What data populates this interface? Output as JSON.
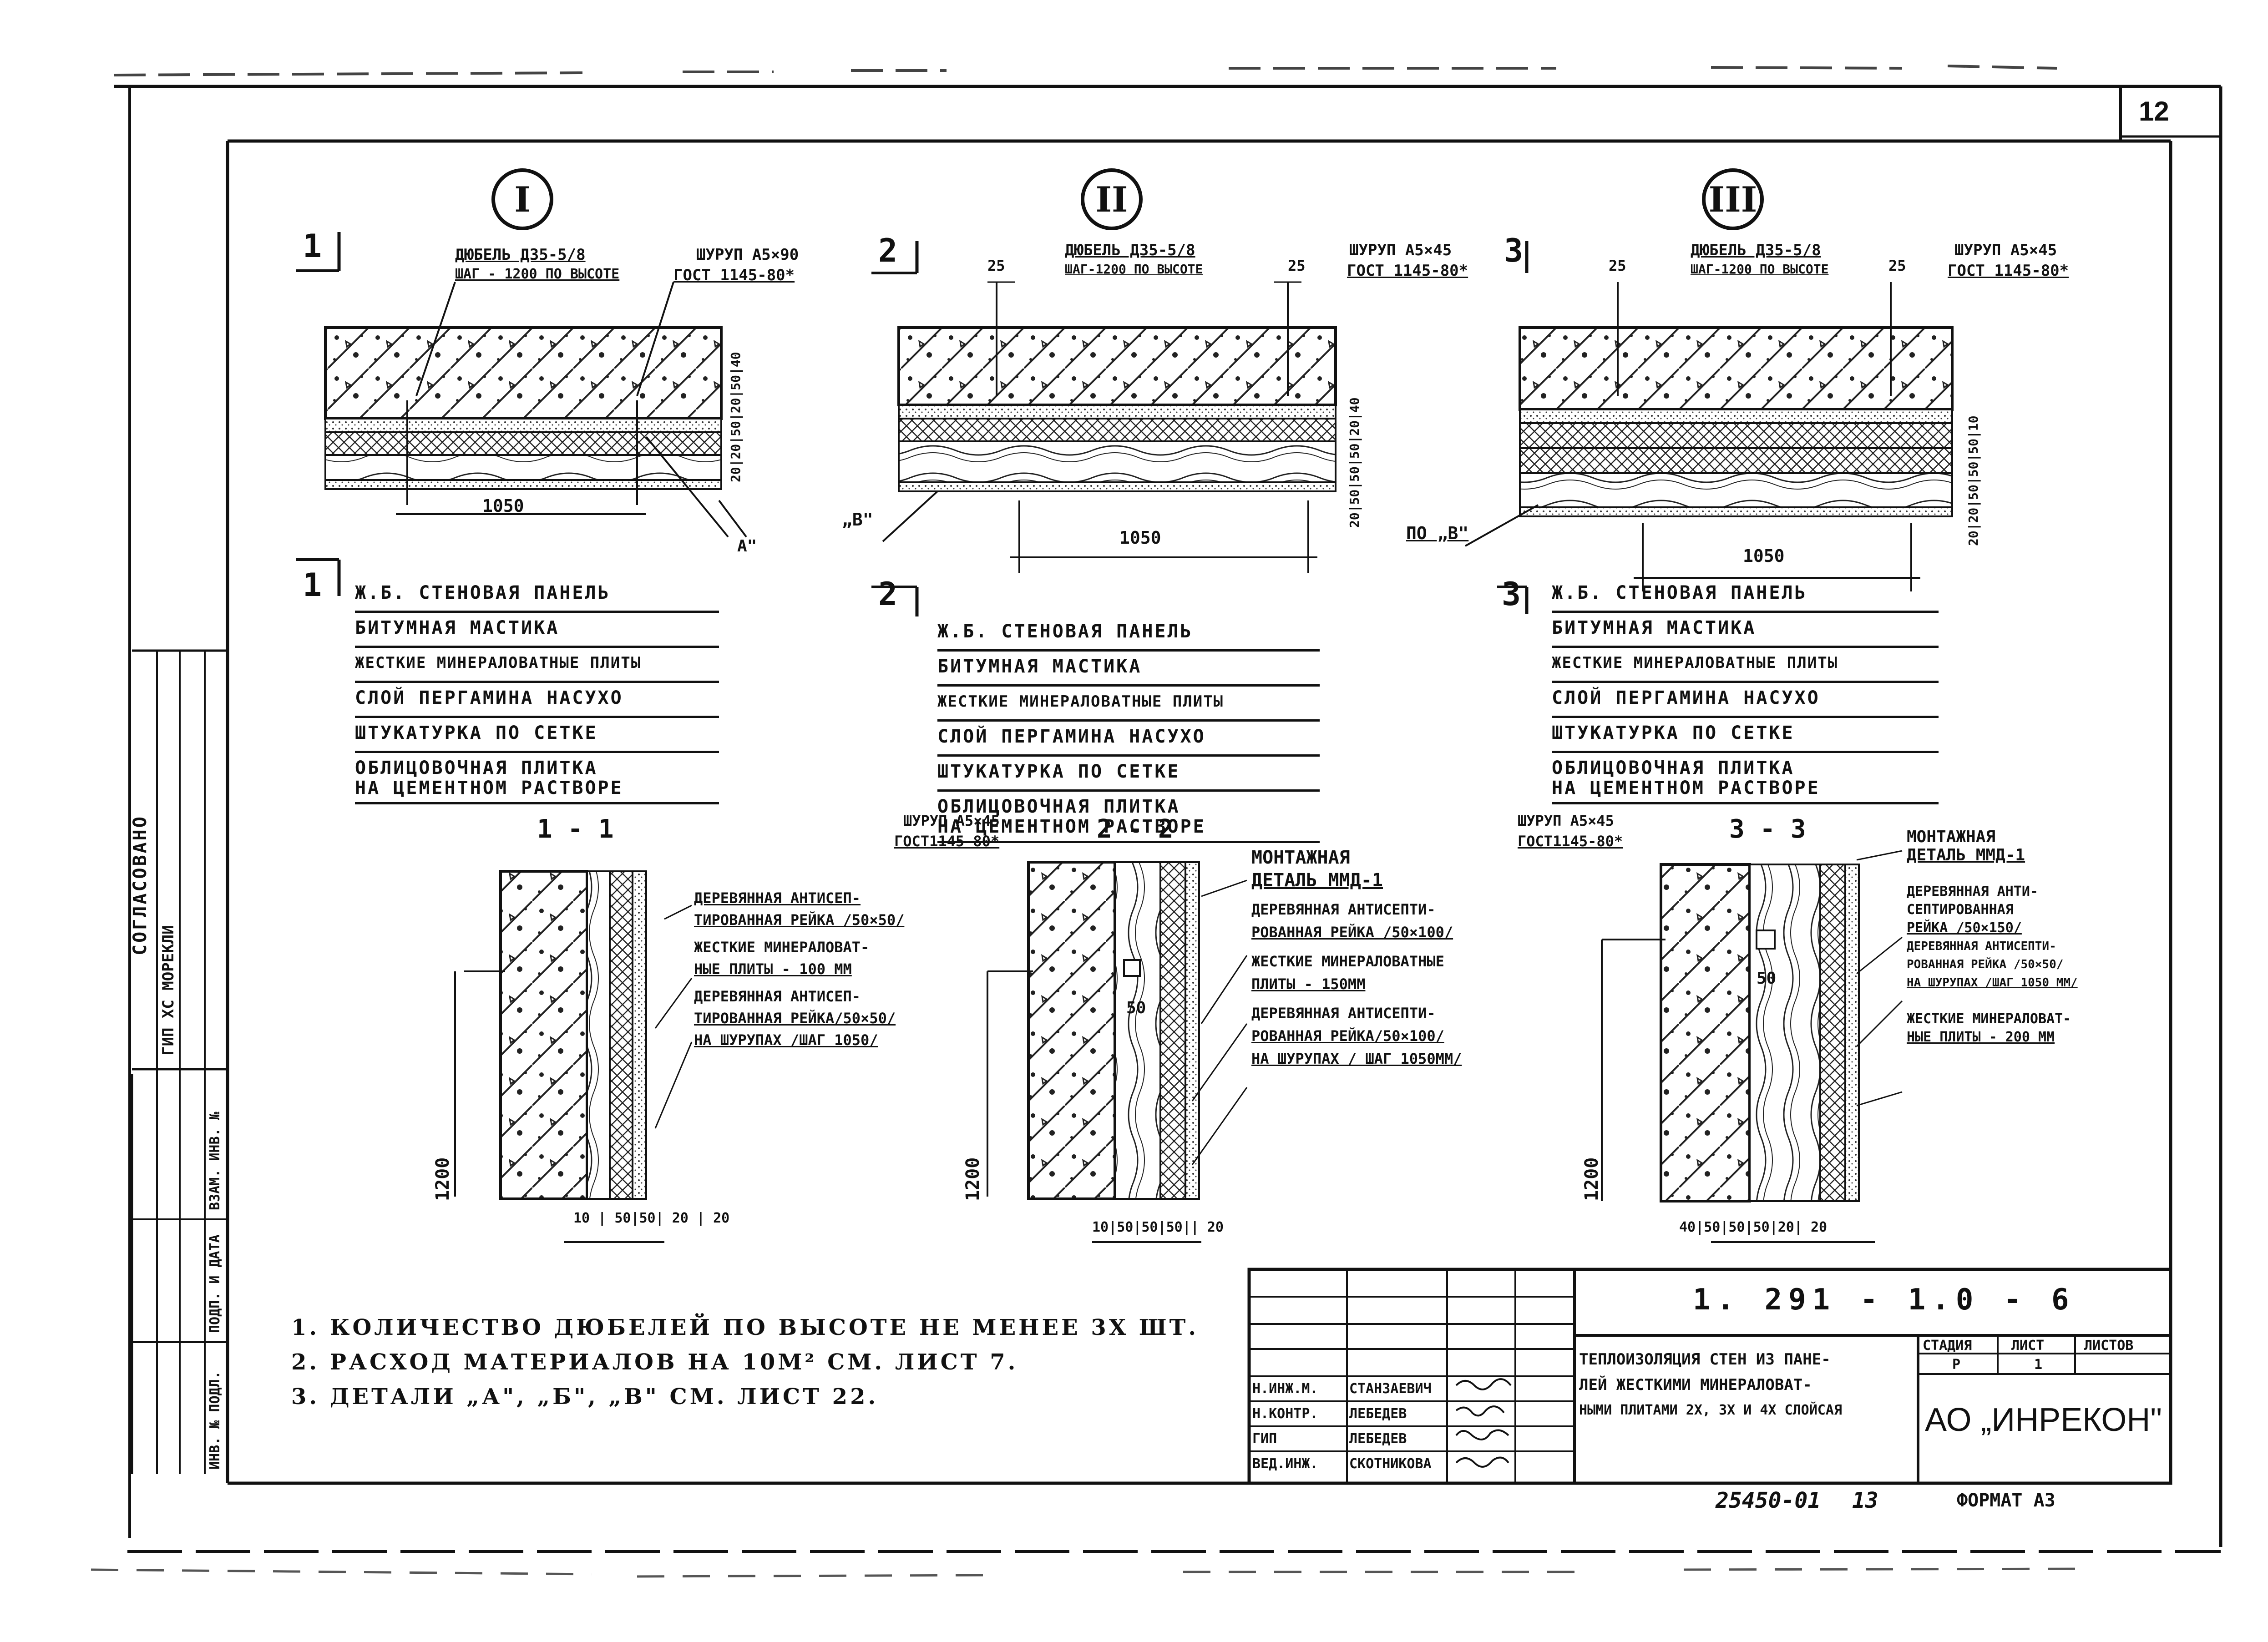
{
  "sheet_number": "12",
  "details": [
    {
      "numeral": "I",
      "section_mark": "1",
      "dowel": "ДЮБЕЛЬ Д35-5/8",
      "dowel_step": "ШАГ - 1200 ПО ВЫСОТЕ",
      "screw": "ШУРУП А5×90",
      "screw_std": "ГОСТ 1145-80*",
      "span": "1050",
      "callout": "А\"",
      "right_dims": [
        "20",
        "20",
        "50",
        "20",
        "50",
        "40"
      ],
      "layers": [
        "Ж.Б. СТЕНОВАЯ ПАНЕЛЬ",
        "БИТУМНАЯ МАСТИКА",
        "ЖЕСТКИЕ МИНЕРАЛОВАТНЫЕ ПЛИТЫ",
        "СЛОЙ ПЕРГАМИНА НАСУХО",
        "ШТУКАТУРКА ПО СЕТКЕ",
        "ОБЛИЦОВОЧНАЯ ПЛИТКА",
        "НА ЦЕМЕНТНОМ РАСТВОРЕ"
      ]
    },
    {
      "numeral": "II",
      "section_mark": "2",
      "dowel": "ДЮБЕЛЬ Д35-5/8",
      "dowel_step": "ШАГ-1200 ПО ВЫСОТЕ",
      "screw": "ШУРУП А5×45",
      "screw_std": "ГОСТ 1145-80*",
      "dim_a": "25",
      "dim_b": "25",
      "span": "1050",
      "callout": "„В\"",
      "right_dims": [
        "20",
        "50",
        "50",
        "50",
        "20",
        "40"
      ],
      "layers": [
        "Ж.Б. СТЕНОВАЯ ПАНЕЛЬ",
        "БИТУМНАЯ МАСТИКА",
        "ЖЕСТКИЕ МИНЕРАЛОВАТНЫЕ ПЛИТЫ",
        "СЛОЙ ПЕРГАМИНА НАСУХО",
        "ШТУКАТУРКА ПО СЕТКЕ",
        "ОБЛИЦОВОЧНАЯ ПЛИТКА",
        "НА ЦЕМЕНТНОМ РАСТВОРЕ"
      ]
    },
    {
      "numeral": "III",
      "section_mark": "3",
      "dowel": "ДЮБЕЛЬ Д35-5/8",
      "dowel_step": "ШАГ-1200 ПО ВЫСОТЕ",
      "screw": "ШУРУП А5×45",
      "screw_std": "ГОСТ 1145-80*",
      "dim_a": "25",
      "dim_b": "25",
      "span": "1050",
      "callout": "ПО „В\"",
      "right_dims": [
        "20",
        "20",
        "50",
        "50",
        "50",
        "10"
      ],
      "layers": [
        "Ж.Б. СТЕНОВАЯ ПАНЕЛЬ",
        "БИТУМНАЯ МАСТИКА",
        "ЖЕСТКИЕ МИНЕРАЛОВАТНЫЕ ПЛИТЫ",
        "СЛОЙ ПЕРГАМИНА НАСУХО",
        "ШТУКАТУРКА ПО СЕТКЕ",
        "ОБЛИЦОВОЧНАЯ ПЛИТКА",
        "НА ЦЕМЕНТНОМ РАСТВОРЕ"
      ]
    }
  ],
  "section_1_1": {
    "title": "1 - 1",
    "height": "1200",
    "notes": [
      "ДЕРЕВЯННАЯ АНТИСЕП-",
      "ТИРОВАННАЯ РЕЙКА /50×50/",
      "ЖЕСТКИЕ МИНЕРАЛОВАТ-",
      "НЫЕ ПЛИТЫ - 100 ММ",
      "ДЕРЕВЯННАЯ АНТИСЕП-",
      "ТИРОВАННАЯ РЕЙКА/50×50/",
      "НА ШУРУПАХ /ШАГ 1050/"
    ],
    "bottom_dims": [
      "10",
      "50",
      "50",
      "20",
      "20"
    ]
  },
  "section_2_2": {
    "title": "2 - 2",
    "height": "1200",
    "screw": "ШУРУП А5×45",
    "screw_std": "ГОСТ1145-80*",
    "inner_dim": "50",
    "notes": [
      "МОНТАЖНАЯ",
      "ДЕТАЛЬ ММД-1",
      "ДЕРЕВЯННАЯ АНТИСЕПТИ-",
      "РОВАННАЯ РЕЙКА /50×100/",
      "ЖЕСТКИЕ МИНЕРАЛОВАТНЫЕ",
      "ПЛИТЫ - 150ММ",
      "ДЕРЕВЯННАЯ АНТИСЕПТИ-",
      "РОВАННАЯ РЕЙКА/50×100/",
      "НА ШУРУПАХ / ШАГ 1050ММ/"
    ],
    "bottom_dims": [
      "10",
      "50",
      "50",
      "50",
      "20"
    ]
  },
  "section_3_3": {
    "title": "3 - 3",
    "height": "1200",
    "screw": "ШУРУП А5×45",
    "screw_std": "ГОСТ1145-80*",
    "inner_dim": "50",
    "notes": [
      "МОНТАЖНАЯ",
      "ДЕТАЛЬ ММД-1",
      "ДЕРЕВЯННАЯ АНТИ-",
      "СЕПТИРОВАННАЯ",
      "РЕЙКА /50×150/",
      "ДЕРЕВЯННАЯ АНТИСЕПТИ-",
      "РОВАННАЯ РЕЙКА /50×50/",
      "НА ШУРУПАХ /ШАГ 1050 ММ/",
      "ЖЕСТКИЕ МИНЕРАЛОВАТ-",
      "НЫЕ ПЛИТЫ - 200 ММ"
    ],
    "bottom_dims": [
      "40",
      "50",
      "50",
      "50",
      "20",
      "20"
    ]
  },
  "notes": [
    "1. КОЛИЧЕСТВО ДЮБЕЛЕЙ ПО ВЫСОТЕ НЕ МЕНЕЕ 3Х ШТ.",
    "2. РАСХОД МАТЕРИАЛОВ НА 10М² СМ. ЛИСТ 7.",
    "3. ДЕТАЛИ „А\", „Б\", „В\" СМ. ЛИСТ 22."
  ],
  "side_stamp": {
    "top": "СОГЛАСОВАНО",
    "rows": [
      "ГИП ХС МОРЕКЛИ",
      "ВЗАМ. ИНВ. №",
      "ПОДП. И ДАТА",
      "ИНВ. № ПОДЛ."
    ]
  },
  "title_block": {
    "code": "1. 291 - 1.0 - 6",
    "description": [
      "ТЕПЛОИЗОЛЯЦИЯ СТЕН ИЗ ПАНЕ-",
      "ЛЕЙ ЖЕСТКИМИ МИНЕРАЛОВАТ-",
      "НЫМИ ПЛИТАМИ 2Х, 3Х И 4Х СЛОЙСАЯ"
    ],
    "stage_label": "СТАДИЯ",
    "sheet_label": "ЛИСТ",
    "sheets_label": "ЛИСТОВ",
    "stage": "Р",
    "sheet": "1",
    "company": "АО „ИНРЕКОН\"",
    "roles": [
      {
        "role": "Н.ИНЖ.М.",
        "name": "СТАНЗАЕВИЧ"
      },
      {
        "role": "Н.КОНТР.",
        "name": "ЛЕБЕДЕВ"
      },
      {
        "role": "ГИП",
        "name": "ЛЕБЕДЕВ"
      },
      {
        "role": "ВЕД.ИНЖ.",
        "name": "СКОТНИКОВА"
      }
    ],
    "archive": "25450-01",
    "archive_sheet": "13",
    "format": "ФОРМАТ А3"
  }
}
